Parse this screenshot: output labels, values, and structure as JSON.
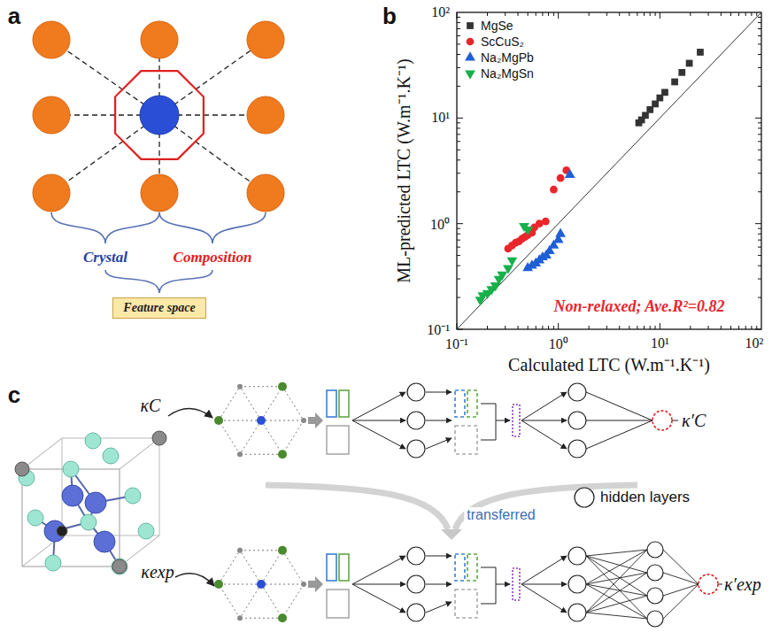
{
  "diagram": {
    "nodes": [
      {
        "text": [
          "Feature space"
        ]
      }
    ],
    "labels": [
      "a",
      "Crystal",
      "Composition",
      "b",
      "10²",
      "10¹",
      "10⁰",
      "10⁻¹",
      "10⁻¹",
      "10⁰",
      "10¹",
      "10²",
      "ML-predicted LTC (W.m⁻¹.K⁻¹)",
      "Calculated LTC (W.m⁻¹.K⁻¹)",
      "Non-relaxed; Ave.R²=0.82",
      "c",
      "κC",
      "κexp",
      "transferred",
      "hidden layers",
      "κ′C",
      "κ′exp"
    ],
    "legend": [
      {
        "text": "MgSe"
      },
      {
        "text": "ScCuS₂"
      },
      {
        "text": "Na₂MgPb"
      },
      {
        "text": "Na₂MgSn"
      }
    ]
  }
}
